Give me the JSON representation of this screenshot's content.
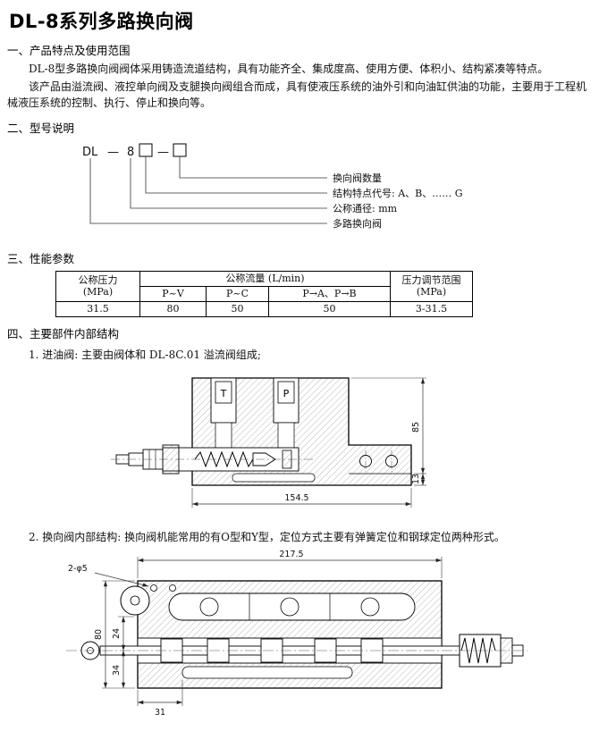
{
  "page": {
    "title": "DL-8系列多路换向阀"
  },
  "sections": {
    "features": {
      "heading": "一、产品特点及使用范围",
      "para1": "DL-8型多路换向阀阀体采用铸造流道结构，具有功能齐全、集成度高、使用方便、体积小、结构紧凑等特点。",
      "para2": "该产品由溢流阀、液控单向阀及支腿换向阀组合而成，具有使液压系统的油外引和向油缸供油的功能，主要用于工程机械液压系统的控制、执行、停止和换向等。"
    },
    "model": {
      "heading": "二、型号说明",
      "code": {
        "prefix": "DL",
        "dash1": "—",
        "size": "8",
        "dash2": "—"
      },
      "labels": [
        "换向阀数量",
        "结构特点代号: A、B、…… G",
        "公称通径: mm",
        "多路换向阀"
      ]
    },
    "performance": {
      "heading": "三、性能参数",
      "table": {
        "pressure_header": "公称压力",
        "pressure_unit": "(MPa)",
        "flow_header": "公称流量 (L/min)",
        "flow_subheaders": [
          "P~V",
          "P~C",
          "P→A、P→B"
        ],
        "range_header": "压力调节范围",
        "range_unit": "(MPa)",
        "values": [
          "31.5",
          "80",
          "50",
          "50",
          "3-31.5"
        ]
      }
    },
    "structure": {
      "heading": "四、主要部件内部结构",
      "inlet": {
        "caption": "1. 进油阀: 主要由阀体和 DL-8C.01 溢流阀组成;",
        "port_t": "T",
        "port_p": "P",
        "dim_width": "154.5",
        "dim_height": "85",
        "dim_plate": "13"
      },
      "directional": {
        "caption": "2. 换向阀内部结构: 换向阀机能常用的有O型和Y型，定位方式主要有弹簧定位和钢球定位两种形式。",
        "dim_holes": "2-φ5",
        "dim_width": "217.5",
        "dim_height": "80",
        "dim_upper": "24",
        "dim_lower": "34",
        "dim_offset": "31"
      }
    }
  }
}
